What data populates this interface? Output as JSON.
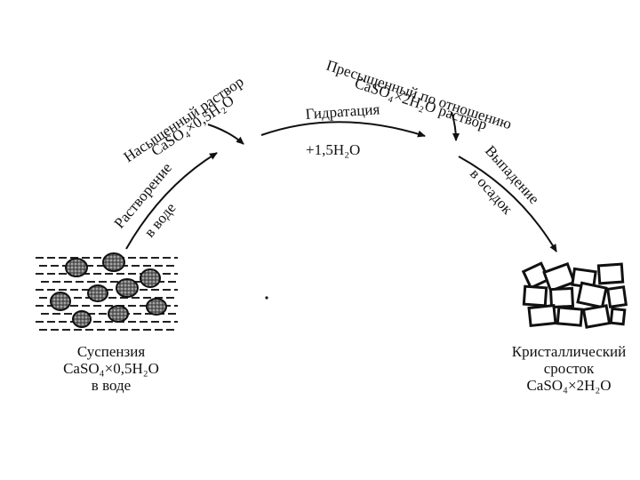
{
  "labels": {
    "saturated_line1": "Насыщенный раствор",
    "saturated_line2": "CaSO₄×0,5H₂O",
    "dissolution_line1": "Растворение",
    "dissolution_line2": "в воде",
    "hydration": "Гидратация",
    "water_added": "+1,5H₂O",
    "supersat_line1": "Пресыщенный по отношению",
    "supersat_line2": "CaSO₄×2H₂O раствор",
    "precip_line1": "Выпадение",
    "precip_line2": "в осадок"
  },
  "captions": {
    "suspension": [
      "Суспензия",
      "CaSO₄×0,5H₂O",
      "в воде"
    ],
    "crystal": [
      "Кристаллический",
      "сросток",
      "CaSO₄×2H₂O"
    ]
  }
}
